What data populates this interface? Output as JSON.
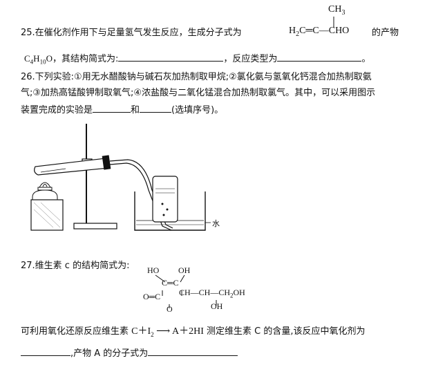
{
  "q25": {
    "line1_before": "25.在催化剂作用下与足量氢气发生反应，生成分子式为",
    "line1_after": "的产物",
    "struct_ch3": "CH",
    "struct_ch3_sub": "3",
    "struct_h2c": "H",
    "struct_h2c_sub": "2",
    "struct_c": "C",
    "struct_eq": "═C—CHO",
    "formula": "C",
    "formula_sub1": "4",
    "formula_h": "H",
    "formula_sub2": "10",
    "formula_o": "O",
    "line2_mid": "，其结构简式为:",
    "line2_sep": "，反应类型为",
    "line2_end": "。"
  },
  "q26": {
    "line1": "26.下列实验:①用无水醋酸钠与碱石灰加热制取甲烷;②氯化氨与氢氧化钙混合加热制取氨",
    "line2": "气;③加热高锰酸钾制取氧气;④浓盐酸与二氧化锰混合加热制取氯气。其中，可以采用图示",
    "line3_start": "装置完成的实验是",
    "line3_mid": "和",
    "line3_end": "(选填序号)。",
    "water_label": "水"
  },
  "q27": {
    "intro": "27.维生素 c 的结构简式为:",
    "ho": "HO",
    "oh": "OH",
    "c_eq_c": "C═C",
    "o_eq_c": "O═C",
    "ring_o": "O",
    "ch": "CH",
    "dash1": "—",
    "ch_chain": "CH—CH",
    "sub2": "2",
    "oh_end": "OH",
    "oh_bottom": "OH",
    "line_start": "可利用氧化还原反应维生素",
    "eq_left": "C＋I",
    "eq_sub": "2",
    "eq_arrow": "⟶",
    "eq_right": "A＋2HI",
    "line_end": "测定维生素 C 的含量,该反应中氧化剂为",
    "product_label": ",产物 A 的分子式为"
  }
}
